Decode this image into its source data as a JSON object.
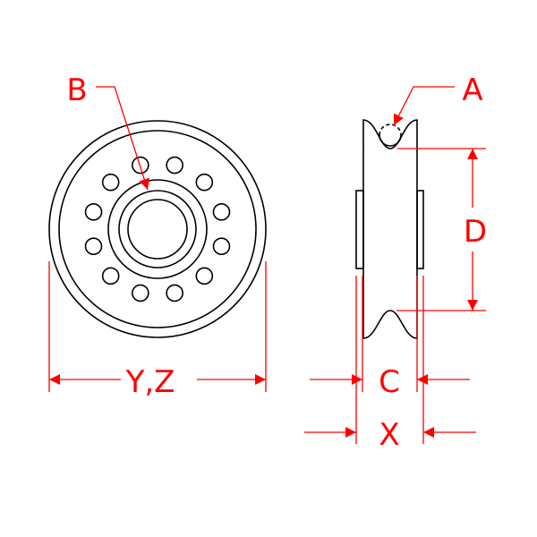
{
  "labels": {
    "A": "A",
    "B": "B",
    "D": "D",
    "C": "C",
    "X": "X",
    "YZ": "Y,Z"
  },
  "colors": {
    "dimension": "#ff0000",
    "outline": "#000000"
  }
}
